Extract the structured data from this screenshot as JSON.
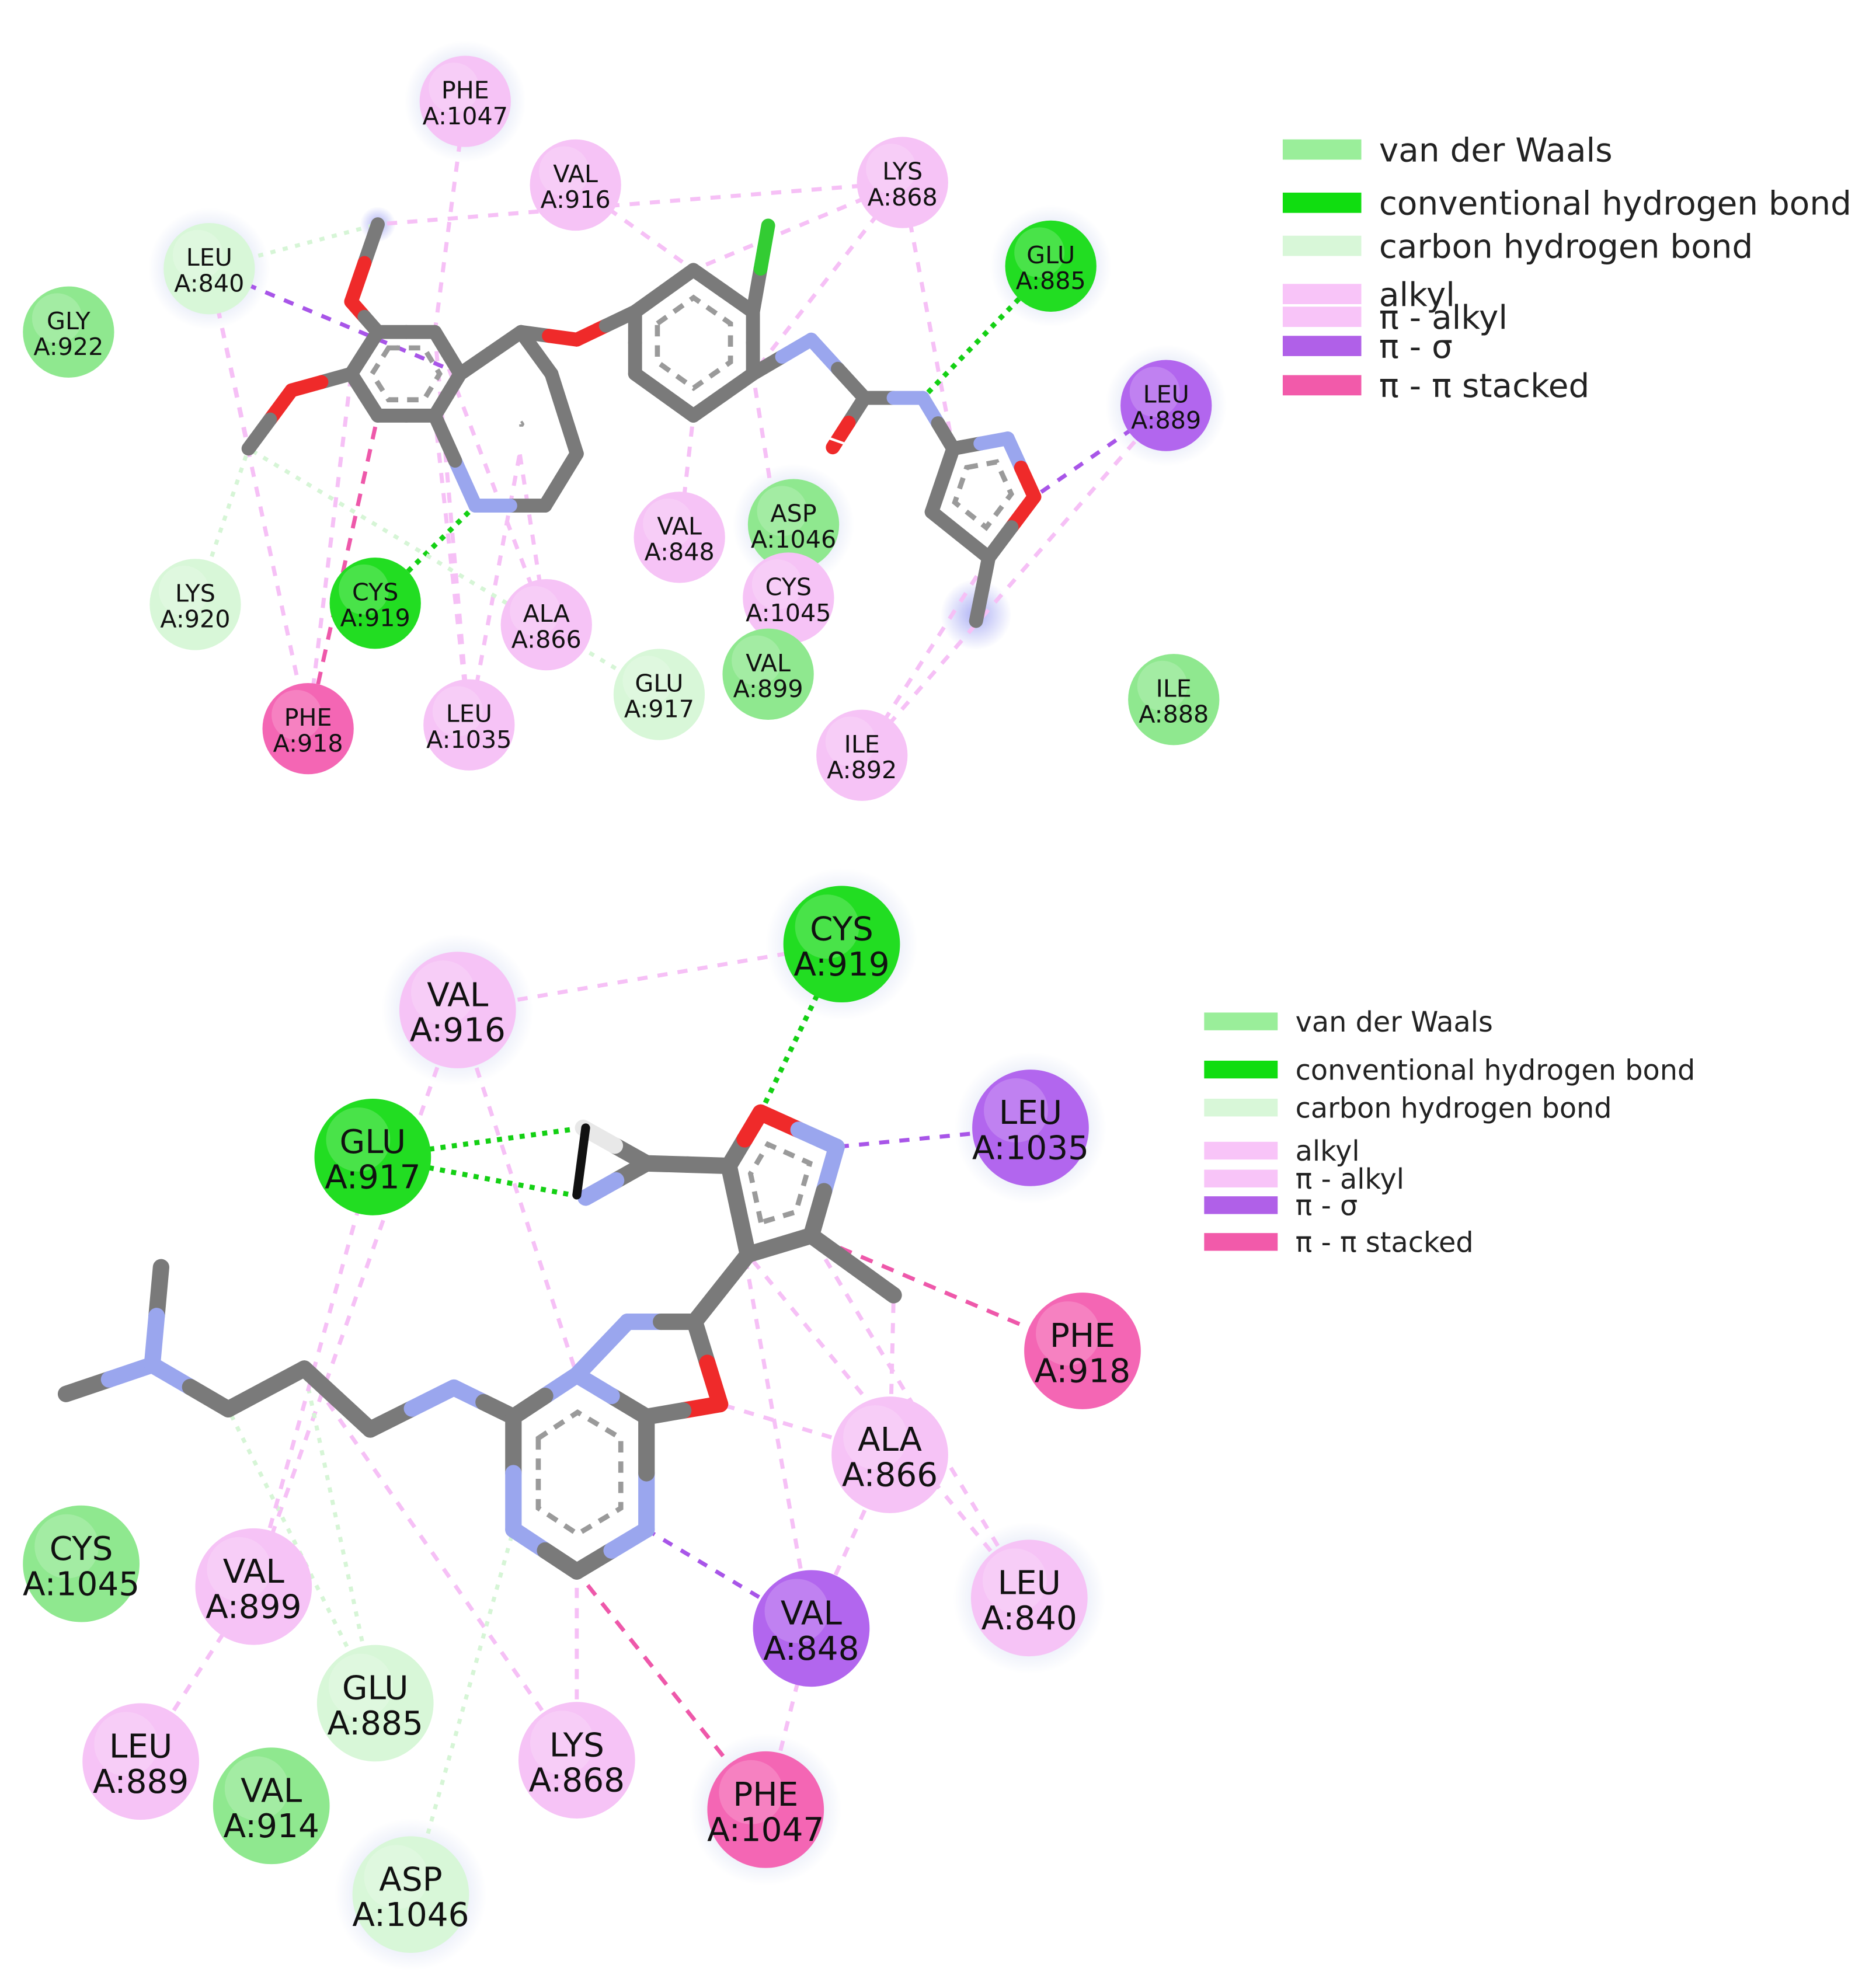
{
  "interaction_types": {
    "vdw": {
      "color": "#8fe88f"
    },
    "hbond": {
      "color": "#22dd22"
    },
    "chbond": {
      "color": "#d8f7d8"
    },
    "alkyl": {
      "color": "#f6c3f6"
    },
    "pi_alkyl": {
      "color": "#f6c3f6"
    },
    "pi_sigma": {
      "color": "#b266ee"
    },
    "pi_pi": {
      "color": "#f466b4"
    }
  },
  "panel1": {
    "legend": [
      {
        "type": "vdw",
        "label": "van der Waals"
      },
      {
        "type": "hbond",
        "label": "conventional hydrogen bond"
      },
      {
        "type": "chbond",
        "label": "carbon hydrogen bond"
      },
      {
        "type": "alkyl",
        "label": "alkyl"
      },
      {
        "type": "pi_alkyl",
        "label": "π - alkyl"
      },
      {
        "type": "pi_sigma",
        "label": "π - σ"
      },
      {
        "type": "pi_pi",
        "label": "π - π stacked"
      }
    ],
    "residues": [
      {
        "id": "phe1047",
        "name": "PHE",
        "chain": "A:1047",
        "type": "alkyl"
      },
      {
        "id": "val916",
        "name": "VAL",
        "chain": "A:916",
        "type": "alkyl"
      },
      {
        "id": "lys868",
        "name": "LYS",
        "chain": "A:868",
        "type": "alkyl"
      },
      {
        "id": "glu885",
        "name": "GLU",
        "chain": "A:885",
        "type": "hbond"
      },
      {
        "id": "leu840",
        "name": "LEU",
        "chain": "A:840",
        "type": "chbond"
      },
      {
        "id": "gly922",
        "name": "GLY",
        "chain": "A:922",
        "type": "vdw"
      },
      {
        "id": "leu889",
        "name": "LEU",
        "chain": "A:889",
        "type": "pi_sigma"
      },
      {
        "id": "val848",
        "name": "VAL",
        "chain": "A:848",
        "type": "alkyl"
      },
      {
        "id": "asp1046",
        "name": "ASP",
        "chain": "A:1046",
        "type": "vdw"
      },
      {
        "id": "cys1045",
        "name": "CYS",
        "chain": "A:1045",
        "type": "alkyl"
      },
      {
        "id": "lys920",
        "name": "LYS",
        "chain": "A:920",
        "type": "chbond"
      },
      {
        "id": "cys919",
        "name": "CYS",
        "chain": "A:919",
        "type": "hbond"
      },
      {
        "id": "ala866",
        "name": "ALA",
        "chain": "A:866",
        "type": "alkyl"
      },
      {
        "id": "glu917",
        "name": "GLU",
        "chain": "A:917",
        "type": "chbond"
      },
      {
        "id": "val899",
        "name": "VAL",
        "chain": "A:899",
        "type": "vdw"
      },
      {
        "id": "ile888",
        "name": "ILE",
        "chain": "A:888",
        "type": "vdw"
      },
      {
        "id": "phe918",
        "name": "PHE",
        "chain": "A:918",
        "type": "pi_pi"
      },
      {
        "id": "leu1035",
        "name": "LEU",
        "chain": "A:1035",
        "type": "alkyl"
      },
      {
        "id": "ile892",
        "name": "ILE",
        "chain": "A:892",
        "type": "alkyl"
      }
    ]
  },
  "panel2": {
    "legend": [
      {
        "type": "vdw",
        "label": "van der Waals"
      },
      {
        "type": "hbond",
        "label": "conventional hydrogen bond"
      },
      {
        "type": "chbond",
        "label": "carbon hydrogen bond"
      },
      {
        "type": "alkyl",
        "label": "alkyl"
      },
      {
        "type": "pi_alkyl",
        "label": "π - alkyl"
      },
      {
        "type": "pi_sigma",
        "label": "π - σ"
      },
      {
        "type": "pi_pi",
        "label": "π - π stacked"
      }
    ],
    "residues": [
      {
        "id": "cys919",
        "name": "CYS",
        "chain": "A:919",
        "type": "hbond"
      },
      {
        "id": "val916",
        "name": "VAL",
        "chain": "A:916",
        "type": "alkyl"
      },
      {
        "id": "glu917",
        "name": "GLU",
        "chain": "A:917",
        "type": "hbond"
      },
      {
        "id": "leu1035",
        "name": "LEU",
        "chain": "A:1035",
        "type": "pi_sigma"
      },
      {
        "id": "phe918",
        "name": "PHE",
        "chain": "A:918",
        "type": "pi_pi"
      },
      {
        "id": "ala866",
        "name": "ALA",
        "chain": "A:866",
        "type": "alkyl"
      },
      {
        "id": "leu840",
        "name": "LEU",
        "chain": "A:840",
        "type": "alkyl"
      },
      {
        "id": "cys1045",
        "name": "CYS",
        "chain": "A:1045",
        "type": "vdw"
      },
      {
        "id": "val899",
        "name": "VAL",
        "chain": "A:899",
        "type": "alkyl"
      },
      {
        "id": "val848",
        "name": "VAL",
        "chain": "A:848",
        "type": "pi_sigma"
      },
      {
        "id": "glu885",
        "name": "GLU",
        "chain": "A:885",
        "type": "chbond"
      },
      {
        "id": "leu889",
        "name": "LEU",
        "chain": "A:889",
        "type": "alkyl"
      },
      {
        "id": "lys868",
        "name": "LYS",
        "chain": "A:868",
        "type": "alkyl"
      },
      {
        "id": "val914",
        "name": "VAL",
        "chain": "A:914",
        "type": "vdw"
      },
      {
        "id": "phe1047",
        "name": "PHE",
        "chain": "A:1047",
        "type": "pi_pi"
      },
      {
        "id": "asp1046",
        "name": "ASP",
        "chain": "A:1046",
        "type": "chbond"
      }
    ]
  }
}
